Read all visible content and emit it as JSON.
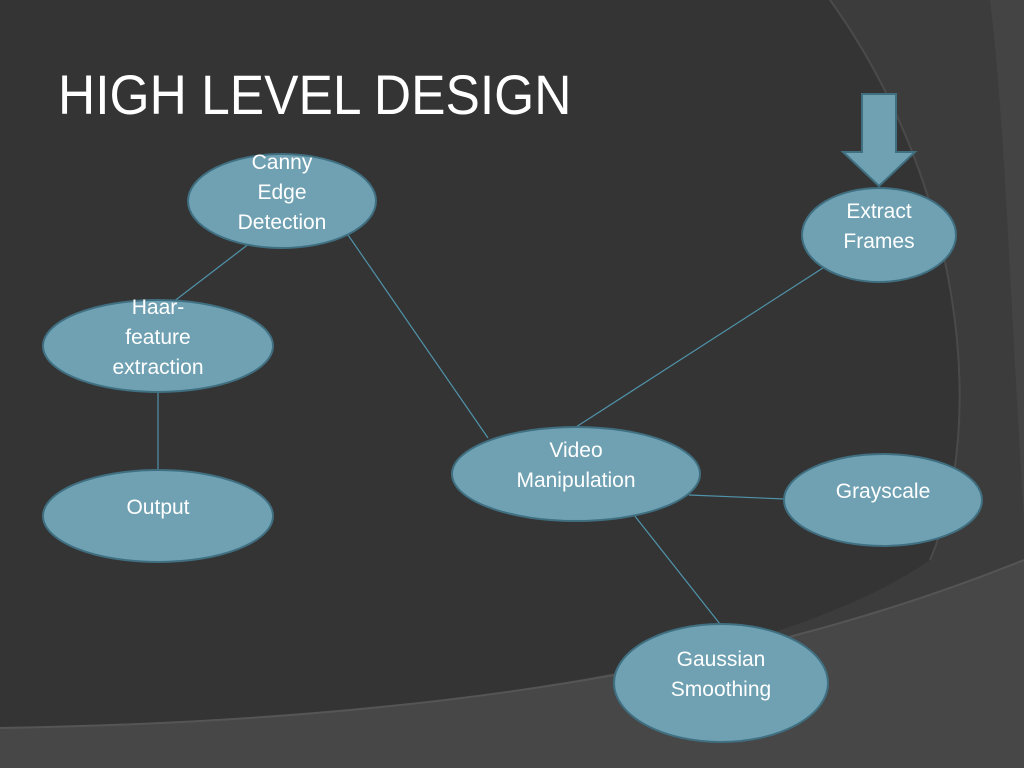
{
  "slide": {
    "title": "HIGH LEVEL DESIGN"
  },
  "colors": {
    "background_dark": "#404040",
    "background_mid": "#333333",
    "node_fill": "#6fa1b3",
    "node_stroke": "#3f6f80",
    "connector": "#4f93aa",
    "arrow_fill": "#6fa1b3",
    "text": "#ffffff"
  },
  "diagram": {
    "nodes": [
      {
        "id": "canny",
        "label": "Canny\nEdge\nDetection"
      },
      {
        "id": "haar",
        "label": "Haar-\nfeature\nextraction"
      },
      {
        "id": "output",
        "label": "Output"
      },
      {
        "id": "video",
        "label": "Video\nManipulation"
      },
      {
        "id": "extract",
        "label": "Extract\nFrames"
      },
      {
        "id": "grayscale",
        "label": "Grayscale"
      },
      {
        "id": "gaussian",
        "label": "Gaussian\nSmoothing"
      }
    ],
    "edges": [
      {
        "from": "canny",
        "to": "haar"
      },
      {
        "from": "canny",
        "to": "video"
      },
      {
        "from": "haar",
        "to": "output"
      },
      {
        "from": "extract",
        "to": "video"
      },
      {
        "from": "video",
        "to": "grayscale"
      },
      {
        "from": "video",
        "to": "gaussian"
      }
    ],
    "entry_arrow": {
      "target": "extract",
      "icon": "down-arrow-icon"
    }
  }
}
